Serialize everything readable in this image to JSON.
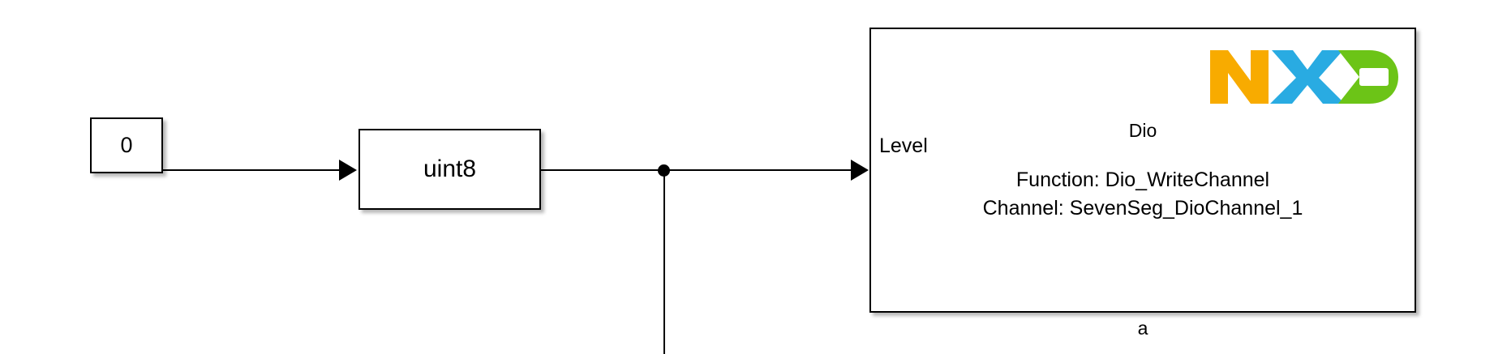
{
  "diagram": {
    "title": "Simulink block diagram",
    "background_color": "#ffffff",
    "line_color": "#000000"
  },
  "blocks": {
    "constant": {
      "name": "constant-block",
      "value": "0"
    },
    "data_type_conversion": {
      "name": "data-type-conversion-block",
      "value": "uint8"
    },
    "dio": {
      "name": "dio-block",
      "title": "Dio",
      "function_line": "Function: Dio_WriteChannel",
      "channel_line": "Channel: SevenSeg_DioChannel_1",
      "port_label": "Level",
      "block_name": "a",
      "logo": {
        "name": "nxp-logo",
        "text": "NXP",
        "letters": [
          {
            "glyph": "N",
            "color": "#f8ab00"
          },
          {
            "glyph": "X",
            "color": "#29abe2"
          },
          {
            "glyph": "P",
            "color": "#6cc417"
          }
        ]
      }
    }
  },
  "signals": {
    "const_to_conversion": "signal-line",
    "conversion_to_junction": "signal-line",
    "junction_to_dio": "signal-line",
    "branch_down": "signal-branch-line",
    "junction": "signal-junction-dot"
  },
  "colors": {
    "nxp_orange": "#f8ab00",
    "nxp_blue": "#29abe2",
    "nxp_green": "#6cc417",
    "stroke": "#000000",
    "fill": "#ffffff"
  }
}
